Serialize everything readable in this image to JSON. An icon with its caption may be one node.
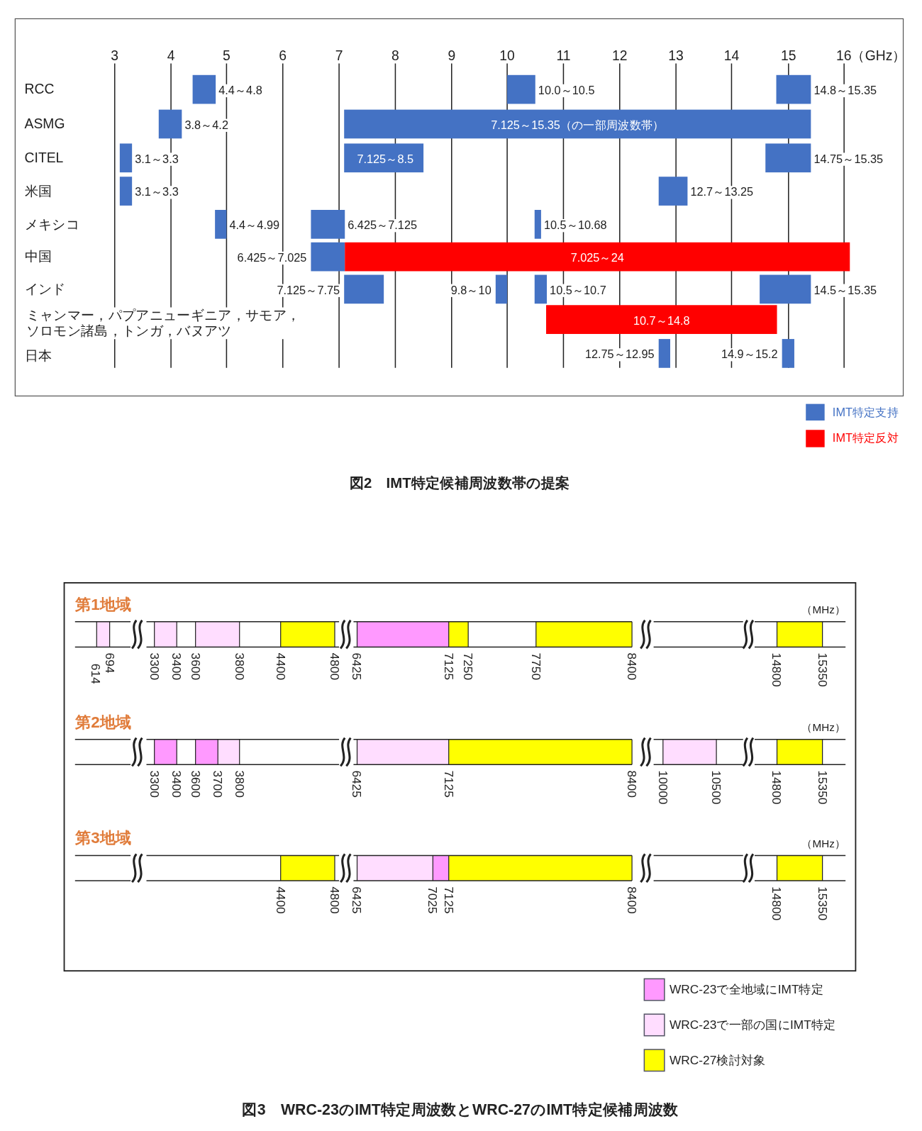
{
  "diagram": {
    "labels": [
      "3",
      "4",
      "5",
      "6",
      "7",
      "8",
      "9",
      "10",
      "11",
      "12",
      "13",
      "14",
      "15",
      "16（GHz）",
      "RCC",
      "4.4～4.8",
      "10.0～10.5",
      "14.8～15.35",
      "ASMG",
      "3.8～4.2",
      "7.125～15.35（の一部周波数帯）",
      "CITEL",
      "3.1～3.3",
      "7.125～8.5",
      "14.75～15.35",
      "米国",
      "3.1～3.3",
      "12.7～13.25",
      "メキシコ",
      "4.4～4.99",
      "6.425～7.125",
      "10.5～10.68",
      "中国",
      "6.425～7.025",
      "7.025～24",
      "インド",
      "7.125～7.75",
      "9.8～10",
      "10.5～10.7",
      "14.5～15.35",
      "ミャンマー，パプアニューギニア，サモア，ソロモン諸島，トンガ，バヌアツ",
      "10.7～14.8",
      "日本",
      "12.75～12.95",
      "14.9～15.2",
      "図2　IMT特定候補周波数帯の提案",
      "第1地域",
      "（MHz）",
      "614",
      "694",
      "3300",
      "3400",
      "3600",
      "3800",
      "4400",
      "4800",
      "6425",
      "7125",
      "7250",
      "7750",
      "8400",
      "14800",
      "15350",
      "第2地域",
      "（MHz）",
      "3300",
      "3400",
      "3600",
      "3700",
      "3800",
      "6425",
      "7125",
      "8400",
      "10000",
      "10500",
      "14800",
      "15350",
      "第3地域",
      "（MHz）",
      "4400",
      "4800",
      "6425",
      "7025",
      "7125",
      "8400",
      "14800",
      "15350",
      "図3　WRC-23のIMT特定周波数とWRC-27のIMT特定候補周波数"
    ],
    "legend": [
      {
        "text": "IMT特定支持",
        "color": "#4472c4"
      },
      {
        "text": "IMT特定反対",
        "color": "#ff0000"
      },
      {
        "text": "WRC-23で全地域にIMT特定",
        "color": "#ff99ff"
      },
      {
        "text": "WRC-23で一部の国にIMT特定",
        "color": "#ffddff"
      },
      {
        "text": "WRC-27検討対象",
        "color": "#ffff00"
      }
    ]
  }
}
